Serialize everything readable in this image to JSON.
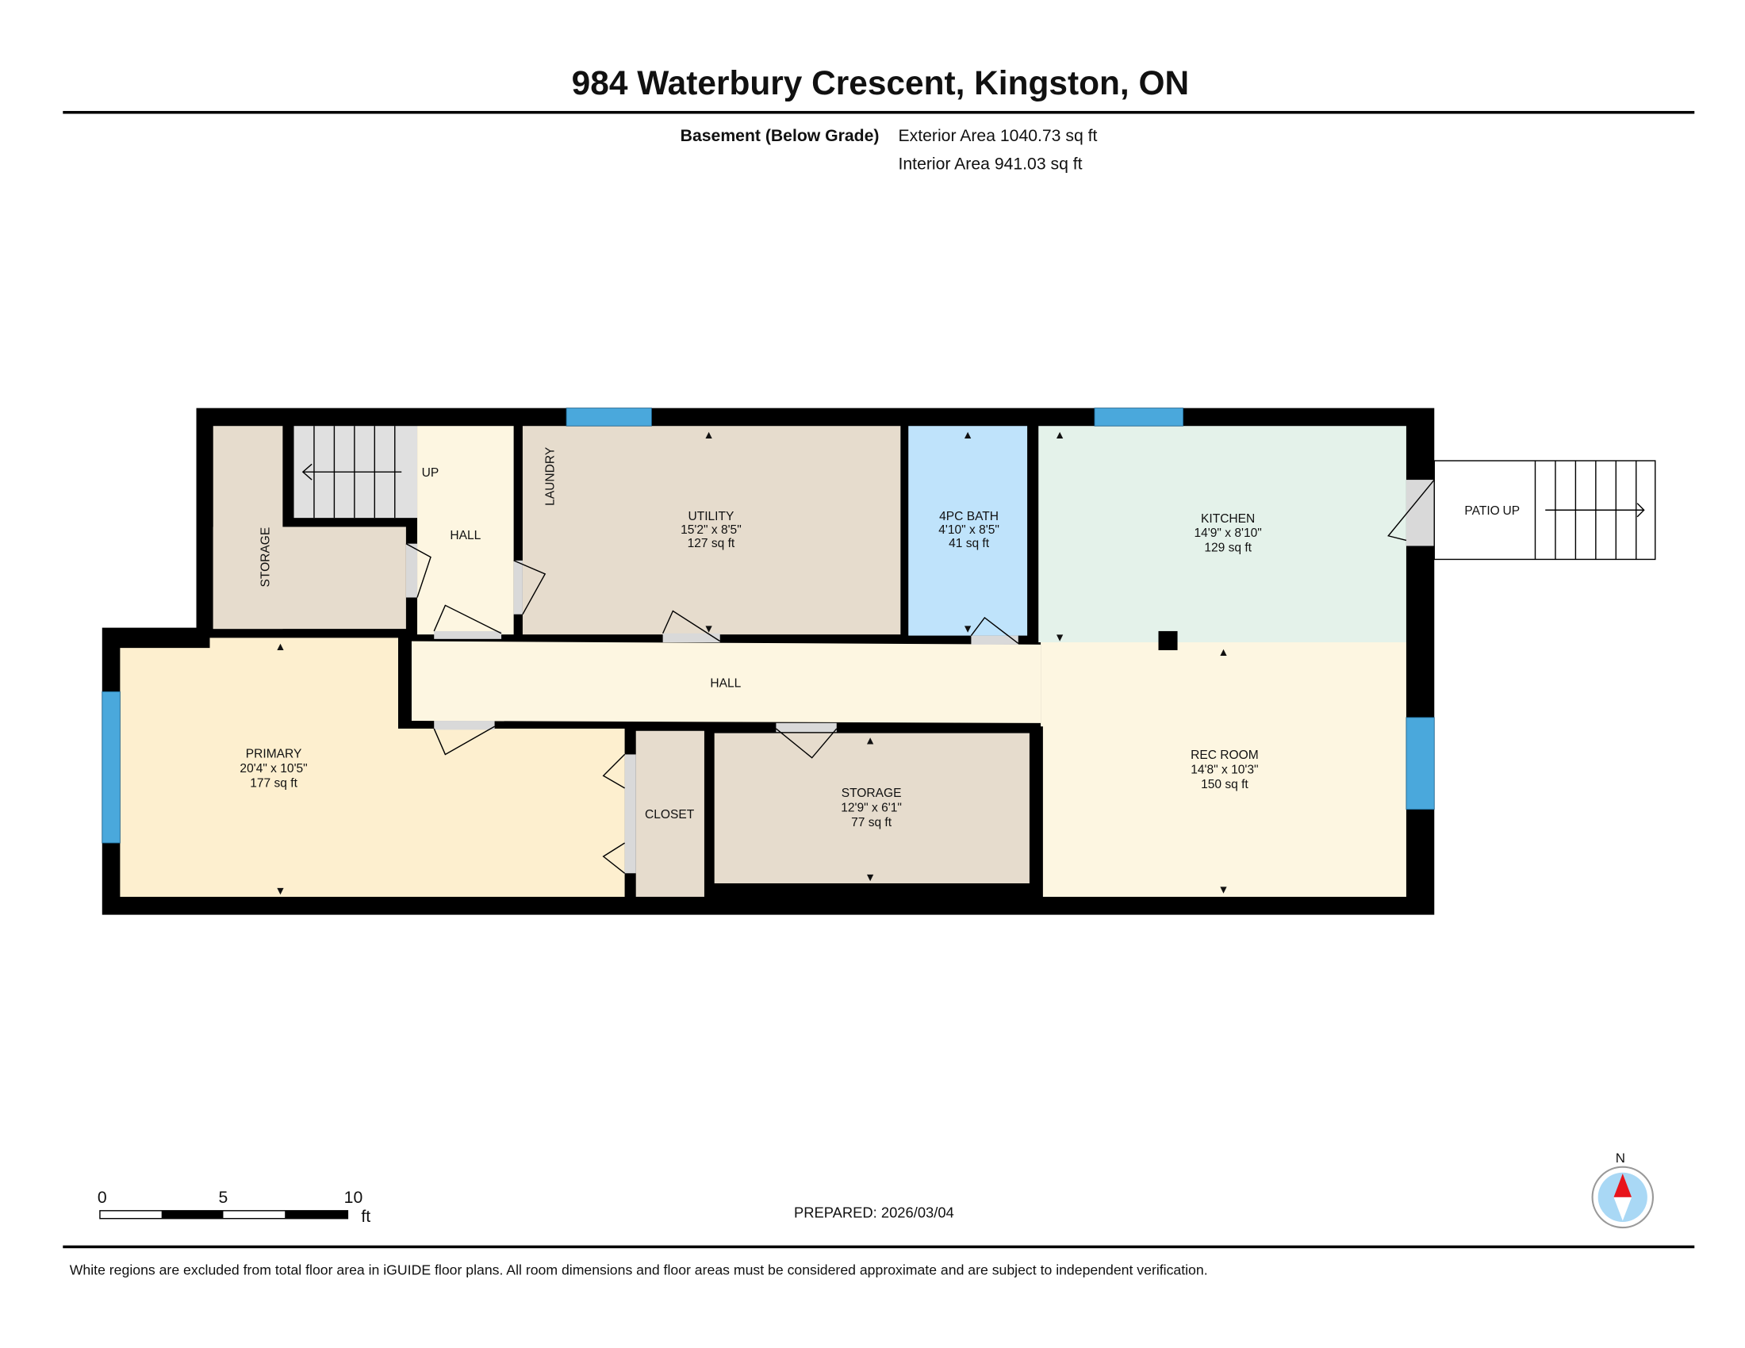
{
  "title": "984 Waterbury Crescent, Kingston, ON",
  "floor": {
    "name": "Basement (Below Grade)",
    "exterior_area": "Exterior Area 1040.73 sq ft",
    "interior_area": "Interior Area 941.03 sq ft"
  },
  "rooms": {
    "storage_small": {
      "name": "STORAGE"
    },
    "hall_upper": {
      "name": "HALL"
    },
    "stairs_up": {
      "label": "UP"
    },
    "laundry": {
      "name": "LAUNDRY"
    },
    "utility": {
      "name": "UTILITY",
      "dims": "15'2\" x 8'5\"",
      "area": "127 sq ft"
    },
    "bath": {
      "name": "4PC BATH",
      "dims": "4'10\" x 8'5\"",
      "area": "41 sq ft"
    },
    "kitchen": {
      "name": "KITCHEN",
      "dims": "14'9\" x 8'10\"",
      "area": "129 sq ft"
    },
    "patio": {
      "name": "PATIO",
      "up": "UP"
    },
    "hall": {
      "name": "HALL"
    },
    "primary": {
      "name": "PRIMARY",
      "dims": "20'4\" x 10'5\"",
      "area": "177 sq ft"
    },
    "closet": {
      "name": "CLOSET"
    },
    "storage": {
      "name": "STORAGE",
      "dims": "12'9\" x 6'1\"",
      "area": "77 sq ft"
    },
    "rec_room": {
      "name": "REC ROOM",
      "dims": "14'8\" x 10'3\"",
      "area": "150 sq ft"
    }
  },
  "scale_bar": {
    "labels": [
      "0",
      "5",
      "10"
    ],
    "unit": "ft"
  },
  "prepared": "PREPARED: 2026/03/04",
  "compass": {
    "label": "N"
  },
  "disclaimer": "White regions are excluded from total floor area in iGUIDE floor plans. All room dimensions and floor areas must be considered approximate and are subject to independent verification.",
  "colors": {
    "wall": "#000000",
    "window": "#4aa8dc",
    "storage": "#e6dccd",
    "hall": "#fdf6e1",
    "bath": "#bfe3fb",
    "kitchen": "#e4f2ea",
    "primary": "#fdefcf",
    "door": "#d9d9d9",
    "compass_arrow": "#e8141b",
    "compass_disc": "#a9d8f5"
  }
}
